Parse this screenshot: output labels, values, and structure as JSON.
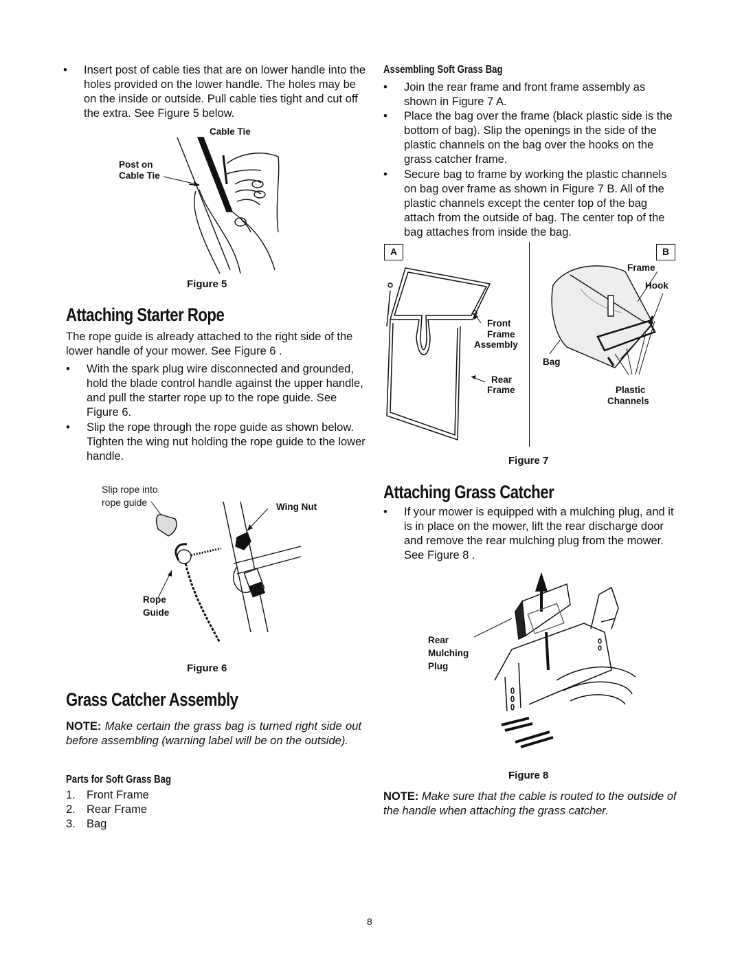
{
  "left_column": {
    "intro_bullet": "Insert post of cable ties that are on lower handle into the holes provided on the lower handle. The holes may be on the inside or outside. Pull cable ties tight and cut off the extra. See Figure 5  below.",
    "figure5": {
      "label_cable_tie": "Cable Tie",
      "label_post_on": "Post on",
      "label_post_cable_tie": "Cable Tie",
      "caption": "Figure 5"
    },
    "starter_rope": {
      "heading": "Attaching Starter Rope",
      "intro": "The rope guide is already attached to the right side of the lower handle of your mower. See Figure 6 .",
      "bullets": [
        "With the spark plug wire disconnected and grounded, hold the blade control handle against the upper handle, and pull the starter rope up to the rope guide. See Figure 6.",
        "Slip the rope through the rope guide as shown below. Tighten the wing nut holding the rope guide to the lower handle."
      ]
    },
    "figure6": {
      "label_slip_line1": "Slip rope into",
      "label_slip_line2": "rope guide",
      "label_wing_nut": "Wing Nut",
      "label_rope": "Rope",
      "label_guide": "Guide",
      "caption": "Figure 6"
    },
    "grass_catcher_assembly": {
      "heading": "Grass Catcher Assembly",
      "note_label": "NOTE:",
      "note_text": "Make certain the grass bag is turned right side out before assembling (warning label will be on the outside).",
      "parts_heading": "Parts for Soft Grass Bag",
      "parts": [
        {
          "num": "1.",
          "name": "Front Frame"
        },
        {
          "num": "2.",
          "name": "Rear Frame"
        },
        {
          "num": "3.",
          "name": "Bag"
        }
      ]
    }
  },
  "right_column": {
    "assembling": {
      "heading": "Assembling Soft Grass Bag",
      "bullets": [
        "Join the rear frame and front frame assembly as shown in Figure 7 A.",
        "Place the bag over the  frame (black plastic side is the bottom of bag). Slip the openings in the side of the plastic channels on the bag over the hooks on the grass catcher frame.",
        "Secure bag to frame by working the plastic channels on bag over frame as shown in Figure 7 B. All of the plastic channels except the center top of the bag attach from the outside of bag. The center top of the bag attaches from inside the bag."
      ]
    },
    "figure7": {
      "panel_a": "A",
      "panel_b": "B",
      "label_front": "Front",
      "label_frame": "Frame",
      "label_assembly": "Assembly",
      "label_rear": "Rear",
      "label_rear_frame": "Frame",
      "label_b_frame": "Frame",
      "label_hook": "Hook",
      "label_bag": "Bag",
      "label_plastic": "Plastic",
      "label_channels": "Channels",
      "caption": "Figure 7"
    },
    "grass_catcher": {
      "heading": "Attaching Grass Catcher",
      "bullet": "If your mower is equipped with a mulching plug, and it is in place on the mower, lift the rear discharge door and remove the rear mulching plug from the mower. See Figure 8 ."
    },
    "figure8": {
      "label_rear": "Rear",
      "label_mulching": "Mulching",
      "label_plug": "Plug",
      "caption": "Figure 8"
    },
    "final_note": {
      "label": "NOTE:",
      "text": "Make sure that the cable is routed to the outside of the handle when attaching the grass catcher."
    }
  },
  "bullet_symbol": "•",
  "page_number": "8"
}
